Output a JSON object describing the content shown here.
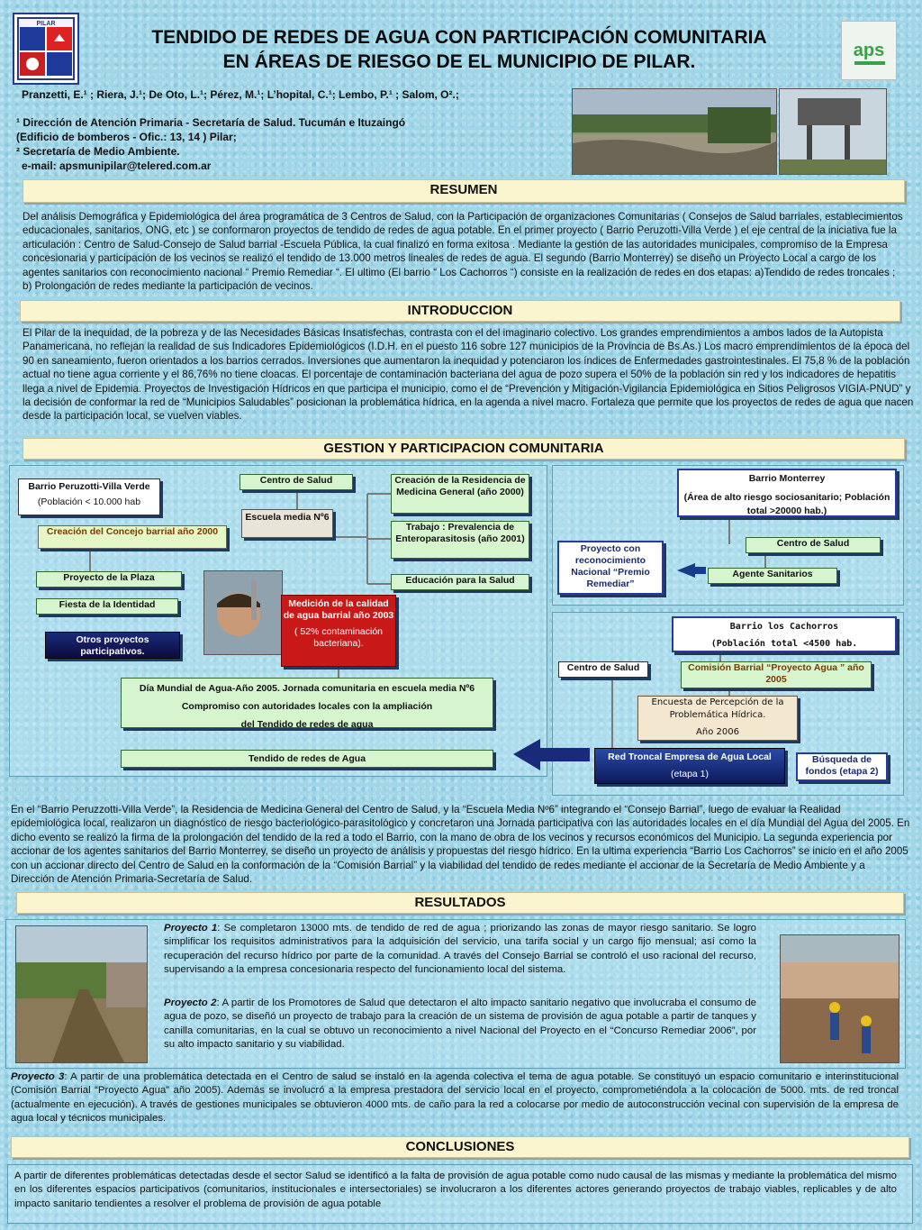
{
  "header": {
    "title_line1": "TENDIDO DE REDES DE AGUA CON PARTICIPACIÓN COMUNITARIA",
    "title_line2": "EN  ÁREAS DE RIESGO DE EL MUNICIPIO DE PILAR.",
    "authors": "Pranzetti, E.¹ ;  Riera, J.¹; De Oto, L.¹; Pérez, M.¹;  L’hopital, C.¹; Lembo, P.¹ ;  Salom, O².;",
    "affil1": "¹ Dirección de Atención Primaria - Secretaría de Salud. Tucumán e Ituzaingó",
    "affil2": "(Edificio de bomberos - Ofic.: 13, 14 ) Pilar;",
    "affil3": "² Secretaría de Medio Ambiente.",
    "email": "e-mail:  apsmunipilar@telered.com.ar",
    "logo_left_text": "PILAR",
    "logo_right_text": "aps"
  },
  "resumen": {
    "heading": "RESUMEN",
    "text": "Del análisis Demográfica  y Epidemiológica del área programática de 3 Centros de Salud, con la Participación de organizaciones Comunitarias ( Consejos de Salud barriales, establecimientos educacionales, sanitarios, ONG, etc ) se conformaron proyectos de tendido de redes  de agua potable. En el primer proyecto ( Barrio Peruzotti-Villa Verde ) el eje central de la iniciativa fue la articulación : Centro de Salud-Consejo de Salud barrial -Escuela Pública,  la cual finalizó en forma exitosa . Mediante la gestión de las  autoridades municipales, compromiso de la Empresa concesionaria y participación de los vecinos se realizó el tendido de 13.000 metros lineales de redes de agua.  El segundo (Barrio Monterrey) se diseño un Proyecto Local  a cargo de los agentes sanitarios con reconocimiento nacional “ Premio Remediar “.  El ultimo (El barrio “ Los Cachorros “)  consiste en la realización de redes en dos etapas: a)Tendido de redes troncales ; b) Prolongación de redes mediante la participación de vecinos."
  },
  "introduccion": {
    "heading": "INTRODUCCION",
    "text": "El Pilar de la inequidad, de la pobreza y de las Necesidades Básicas Insatisfechas, contrasta con el del imaginario colectivo. Los grandes emprendimientos a ambos lados de la Autopista Panamericana, no reflejan la realidad de sus Indicadores Epidemiológicos (I.D.H. en el puesto 116 sobre 127 municipios de la Provincia de Bs.As.) Los macro emprendimientos  de la época del 90 en saneamiento, fueron orientados a los barrios cerrados. Inversiones que aumentaron la inequidad y potenciaron los índices de Enfermedades gastrointestinales. El 75,8 % de la población actual no tiene agua corriente y el 86,76% no tiene cloacas. El porcentaje de contaminación bacteriana del agua de pozo supera el 50% de la población sin red  y los indicadores de hepatitis llega a nivel de Epidemia. Proyectos de Investigación Hídricos en que participa el municipio, como el de “Prevención y Mitigación-Vigilancia Epidemiológica en Sitios Peligrosos VIGIA-PNUD” y la decisión de conformar la red de “Municipios Saludables” posicionan la problemática hídrica, en la agenda a nivel macro. Fortaleza que permite que los proyectos de redes de agua que nacen desde  la participación local, se vuelven viables."
  },
  "gestion": {
    "heading": "GESTION Y PARTICIPACION COMUNITARIA",
    "barrio1_name": "Barrio Peruzotti-Villa Verde",
    "barrio1_pop": "(Población < 10.000 hab",
    "centro_salud": "Centro de Salud",
    "escuela": "Escuela media Nº6",
    "residencia": "Creación de la Residencia de Medicina General (año 2000)",
    "trabajo": "Trabajo : Prevalencia de Enteroparasitosis            (año 2001)",
    "educacion": "Educación para la Salud",
    "consejo": "Creación del Concejo barrial año 2000",
    "plaza": "Proyecto de la Plaza",
    "fiesta": "Fiesta de la Identidad",
    "otros": "Otros proyectos participativos.",
    "medicion": "Medición de la calidad de agua barrial año 2003",
    "contaminacion": "( 52% contaminación bacteriana).",
    "dia_mundial_1": "Día Mundial de Agua-Año 2005. Jornada comunitaria en escuela media Nº6",
    "dia_mundial_2": "Compromiso con autoridades locales con   la ampliación",
    "dia_mundial_3": "del Tendido de redes de agua",
    "tendido": "Tendido    de     redes    de     Agua",
    "monterrey_name": "Barrio Monterrey",
    "monterrey_pop": "(Área de alto riesgo sociosanitario; Población total >20000  hab.)",
    "monterrey_centro": "Centro de Salud",
    "agente": "Agente Sanitarios",
    "proyecto_premio": "Proyecto con reconocimiento Nacional “Premio Remediar”",
    "cachorros_name": "Barrio los Cachorros",
    "cachorros_pop": "(Población total <4500  hab.",
    "cachorros_centro": "Centro de Salud",
    "comision": "Comisión Barrial “Proyecto Agua ” año 2005",
    "encuesta_1": "Encuesta de Percepción de la Problemática Hídrica.",
    "encuesta_2": "Año 2006",
    "red_troncal_1": "Red Troncal Empresa de Agua Local",
    "red_troncal_2": "(etapa 1)",
    "busqueda": "Búsqueda de fondos (etapa 2)"
  },
  "gestion_text": "En el “Barrio Peruzzotti-Villa Verde”, la Residencia de Medicina General del Centro de Salud, y la “Escuela Media Nº6” integrando el “Consejo Barrial”, luego de evaluar la Realidad epidemiológica local, realizaron un diagnóstico de riesgo bacteriológico-parasitológico y concretaron una Jornada participativa con las autoridades locales en el día Mundial del Agua del 2005. En dicho evento se realizó la firma de la prolongación del tendido de la red a todo el Barrio, con la mano de obra de los vecinos y recursos económicos del Municipio. La segunda experiencia por accionar de los agentes sanitarios del Barrio Monterrey, se diseño un proyecto de análisis y propuestas  del  riesgo hídrico. En la  ultima experiencia “Barrio Los Cachorros” se inicio en el año 2005 con un accionar directo del Centro de Salud en la conformación de la “Comisión Barrial” y la viabilidad del tendido de redes mediante el accionar de la Secretaría de Medio Ambiente y a Dirección de Atención Primaria-Secretaría de Salud.",
  "resultados": {
    "heading": "RESULTADOS",
    "p1_label": "Proyecto 1",
    "p1_text": ": Se completaron  13000 mts. de tendido de red de agua ; priorizando las zonas de mayor riesgo sanitario. Se logro simplificar los requisitos administrativos para la adquisición del servicio,  una tarifa social y un cargo fijo mensual; así como la recuperación del recurso hídrico por parte de la comunidad. A través del Consejo Barrial se controló el uso racional del recurso, supervisando a la empresa concesionaria respecto del funcionamiento local del sistema.",
    "p2_label": "Proyecto 2",
    "p2_text": ": A partir de los Promotores de Salud que detectaron  el alto impacto sanitario negativo que  involucraba el consumo de agua de pozo, se diseñó un proyecto de trabajo para la creación  de un sistema de provisión de agua potable a partir de tanques y canilla comunitarias, en la cual se obtuvo un reconocimiento a nivel Nacional del Proyecto en el “Concurso Remediar 2006”, por su alto impacto sanitario y su viabilidad.",
    "p3_label": "Proyecto 3",
    "p3_text": ": A partir de una problemática detectada en el Centro de salud  se instaló en la agenda colectiva el tema de agua potable. Se constituyó un espacio comunitario e interinstitucional (Comisión Barrial “Proyecto Agua” año 2005). Además se involucró a la empresa prestadora del servicio local en el proyecto, comprometiéndola a la colocación de 5000. mts. de red troncal (actualmente en ejecución). A través de gestiones municipales se obtuvieron  4000 mts. de caño para la red a colocarse por medio de autoconstrucción vecinal  con supervisión de la empresa de agua local y técnicos municipales."
  },
  "conclusiones": {
    "heading": "CONCLUSIONES",
    "text": "A partir de diferentes problemáticas detectadas desde el sector Salud se identificó a la falta de provisión de agua potable como nudo causal de las mismas y mediante la problemática del mismo en los diferentes espacios participativos (comunitarios, institucionales e intersectoriales) se involucraron a los diferentes actores generando proyectos de trabajo viables, replicables y de alto impacto sanitario tendientes a resolver el problema de provisión de agua potable"
  }
}
